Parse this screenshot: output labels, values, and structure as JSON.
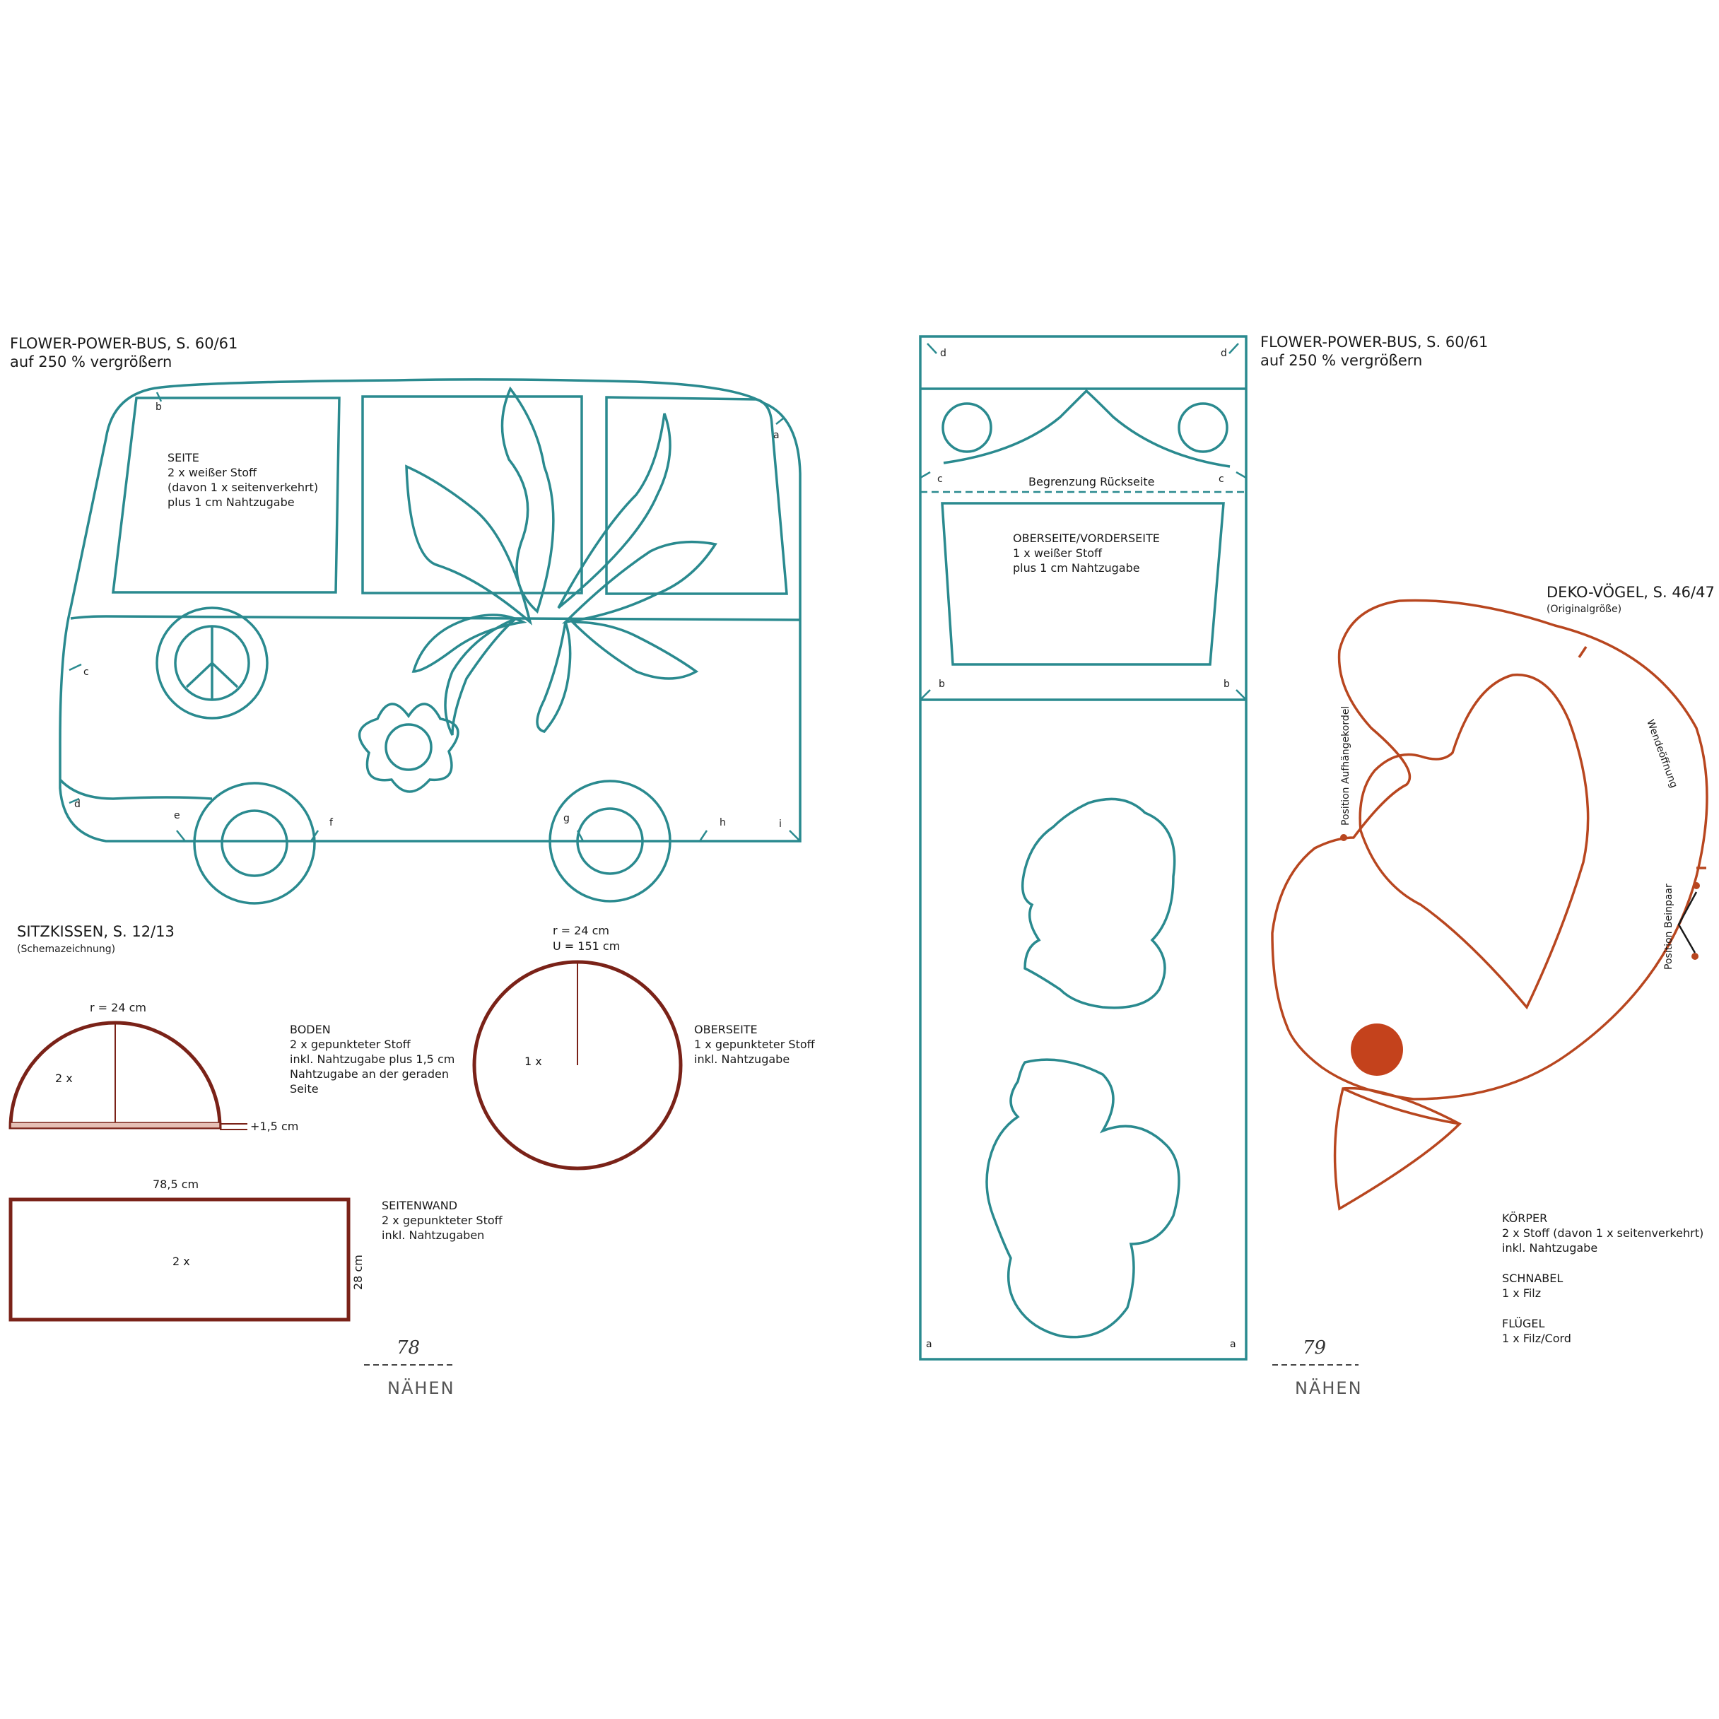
{
  "left_page": {
    "bus": {
      "title": "FLOWER-POWER-BUS, S. 60/61",
      "subtitle": "auf 250 % vergrößern",
      "side_label": [
        "SEITE",
        "2 x weißer Stoff",
        "(davon 1 x seitenverkehrt)",
        "plus 1 cm Nahtzugabe"
      ],
      "markers": [
        "b",
        "a",
        "c",
        "d",
        "e",
        "f",
        "g",
        "h",
        "i"
      ]
    },
    "cushion": {
      "title": "SITZKISSEN, S. 12/13",
      "subtitle": "(Schemazeichnung)",
      "half_radius": "r = 24 cm",
      "half_count": "2 x",
      "half_extra": "+1,5 cm",
      "boden": [
        "BODEN",
        "2 x gepunkteter Stoff",
        "inkl. Nahtzugabe plus 1,5 cm",
        "Nahtzugabe an der geraden",
        "Seite"
      ],
      "circle_radius": "r = 24 cm",
      "circle_circumference": "U = 151 cm",
      "circle_count": "1 x",
      "oberseite": [
        "OBERSEITE",
        "1 x gepunkteter Stoff",
        "inkl. Nahtzugabe"
      ],
      "rect_width": "78,5 cm",
      "rect_height": "28 cm",
      "rect_count": "2 x",
      "seitenwand": [
        "SEITENWAND",
        "2 x gepunkteter Stoff",
        "inkl. Nahtzugaben"
      ]
    },
    "page_number": "78",
    "section": "NÄHEN"
  },
  "right_page": {
    "bus": {
      "title": "FLOWER-POWER-BUS, S. 60/61",
      "subtitle": "auf 250 % vergrößern",
      "boundary": "Begrenzung Rückseite",
      "top_label": [
        "OBERSEITE/VORDERSEITE",
        "1 x weißer Stoff",
        "plus 1 cm Nahtzugabe"
      ],
      "markers": [
        "d",
        "c",
        "b",
        "a"
      ]
    },
    "bird": {
      "title": "DEKO-VÖGEL, S. 46/47",
      "subtitle": "(Originalgröße)",
      "cord": "Position Aufhängekordel",
      "opening": "Wendeöffnung",
      "legs": "Position Beinpaar",
      "koerper": [
        "KÖRPER",
        "2 x Stoff (davon 1 x seitenverkehrt)",
        "inkl. Nahtzugabe"
      ],
      "schnabel": [
        "SCHNABEL",
        "1 x Filz"
      ],
      "fluegel": [
        "FLÜGEL",
        "1 x Filz/Cord"
      ]
    },
    "page_number": "79",
    "section": "NÄHEN"
  },
  "colors": {
    "teal": "#2a8a8f",
    "brown": "#7a2218",
    "orange": "#b8461f",
    "eye": "#c4421c"
  }
}
